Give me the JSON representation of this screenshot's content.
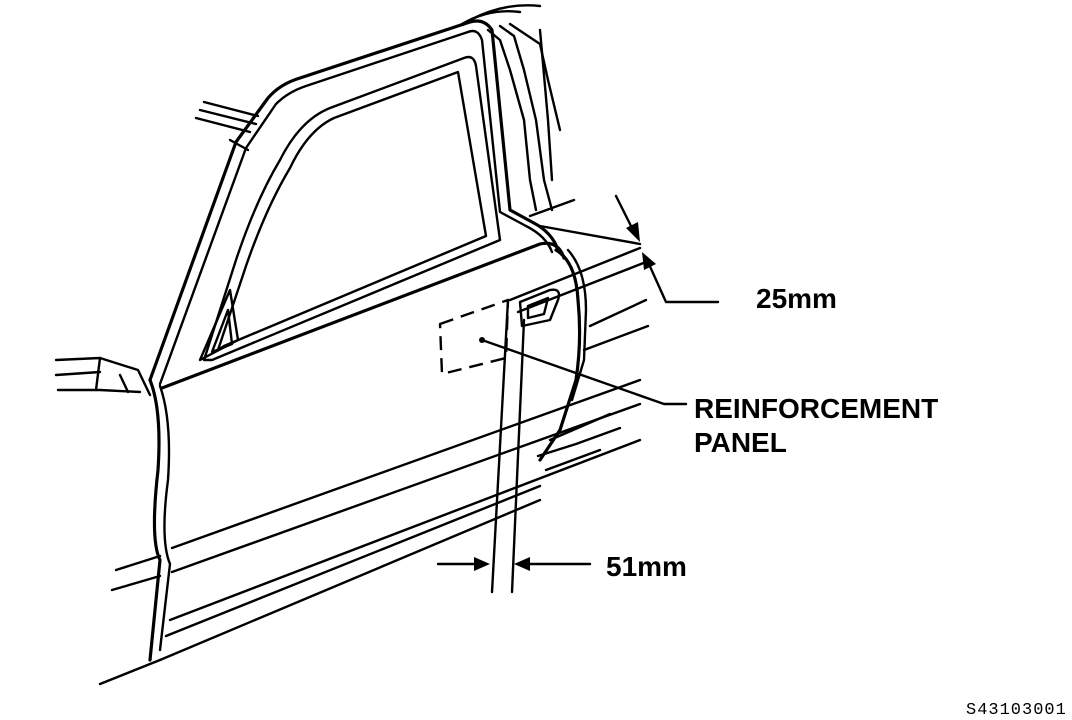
{
  "callouts": {
    "reinforcement_line1": "REINFORCEMENT",
    "reinforcement_line2": "PANEL",
    "offset_25": "25mm",
    "offset_51": "51mm"
  },
  "figure_code": "S43103001"
}
